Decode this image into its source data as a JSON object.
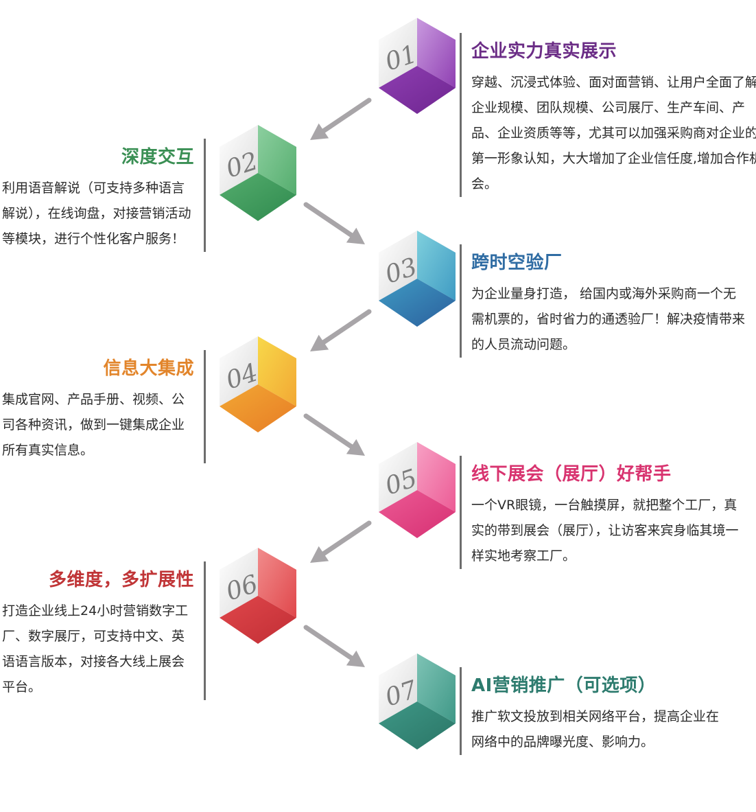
{
  "steps": [
    {
      "number": "01",
      "title": "企业实力真实展示",
      "description": "穿越、沉浸式体验、面对面营销、让用户全面了解企业规模、团队规模、公司展厅、生产车间、产品、企业资质等等，尤其可以加强采购商对企业的第一形象认知，大大增加了企业信任度,增加合作机会。",
      "side": "right",
      "color_top": "#c99adf",
      "color_left": "#8f3fb2",
      "color_right": "#6e2590",
      "title_color": "#6b2d86"
    },
    {
      "number": "02",
      "title": "深度交互",
      "description": "利用语音解说（可支持多种语言解说），在线询盘，对接营销活动等模块，进行个性化客户服务！",
      "side": "left",
      "color_top": "#8ccf9f",
      "color_left": "#55ad6e",
      "color_right": "#2f8a4e",
      "title_color": "#3a8f54"
    },
    {
      "number": "03",
      "title": "跨时空验厂",
      "description": "为企业量身打造，  给国内或海外采购商一个无需机票的，省时省力的通透验厂！解决疫情带来的人员流动问题。",
      "side": "right",
      "color_top": "#7fd0dd",
      "color_left": "#3f9bc3",
      "color_right": "#2b5f9d",
      "title_color": "#2f6ca3"
    },
    {
      "number": "04",
      "title": "信息大集成",
      "description": "集成官网、产品手册、视频、公司各种资讯，做到一键集成企业所有真实信息。",
      "side": "left",
      "color_top": "#f8d84a",
      "color_left": "#f2a834",
      "color_right": "#e77c25",
      "title_color": "#e2852b"
    },
    {
      "number": "05",
      "title": "线下展会（展厅）好帮手",
      "description": "一个VR眼镜，一台触摸屏，就把整个工厂，真实的带到展会（展厅），让访客来宾身临其境一样实地考察工厂。",
      "side": "right",
      "color_top": "#f7a0c4",
      "color_left": "#ec5b95",
      "color_right": "#d62f72",
      "title_color": "#d8336f"
    },
    {
      "number": "06",
      "title": "多维度，多扩展性",
      "description": "打造企业线上24小时营销数字工厂、数字展厅，可支持中文、英语语言版本，对接各大线上展会平台。",
      "side": "left",
      "color_top": "#f18c8c",
      "color_left": "#e0474b",
      "color_right": "#c12e35",
      "title_color": "#c03537"
    },
    {
      "number": "07",
      "title": "AI营销推广（可选项）",
      "description": "推广软文投放到相关网络平台，提高企业在网络中的品牌曝光度、影响力。",
      "side": "right",
      "color_top": "#7ec3b5",
      "color_left": "#3f9887",
      "color_right": "#2a7566",
      "title_color": "#2d7b6e"
    }
  ]
}
